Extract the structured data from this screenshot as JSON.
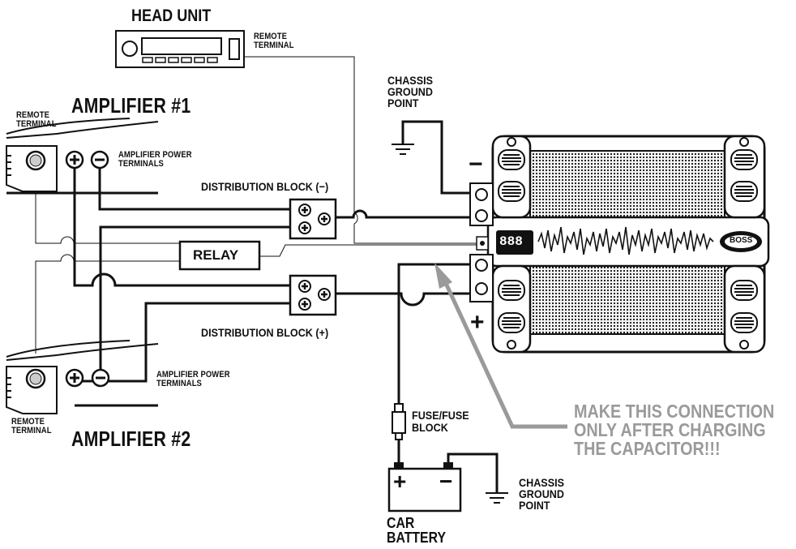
{
  "labels": {
    "head_unit": "HEAD UNIT",
    "remote_terminal_head": [
      "REMOTE",
      "TERMINAL"
    ],
    "chassis_ground_top": [
      "CHASSIS",
      "GROUND",
      "POINT"
    ],
    "amplifier1": "AMPLIFIER #1",
    "remote_terminal_amp1": [
      "REMOTE",
      "TERMINAL"
    ],
    "amp_power_terminals_1": [
      "AMPLIFIER POWER",
      "TERMINALS"
    ],
    "distribution_block_neg": "DISTRIBUTION BLOCK (−)",
    "relay": "RELAY",
    "distribution_block_pos": "DISTRIBUTION BLOCK (+)",
    "amp_power_terminals_2": [
      "AMPLIFIER POWER",
      "TERMINALS"
    ],
    "remote_terminal_amp2": [
      "REMOTE",
      "TERMINAL"
    ],
    "amplifier2": "AMPLIFIER #2",
    "fuse_block": [
      "FUSE/FUSE",
      "BLOCK"
    ],
    "chassis_ground_bottom": [
      "CHASSIS",
      "GROUND",
      "POINT"
    ],
    "car_battery": [
      "CAR",
      "BATTERY"
    ],
    "warning": [
      "MAKE THIS CONNECTION",
      "ONLY AFTER CHARGING",
      "THE CAPACITOR!!!"
    ],
    "cap_minus": "−",
    "cap_plus": "+",
    "cap_display": "888",
    "cap_brand": "BOSS",
    "battery_plus": "+",
    "battery_minus": "−"
  },
  "colors": {
    "line": "#111111",
    "warning_text": "#9a9a9a",
    "warning_arrow": "#9a9a9a"
  }
}
